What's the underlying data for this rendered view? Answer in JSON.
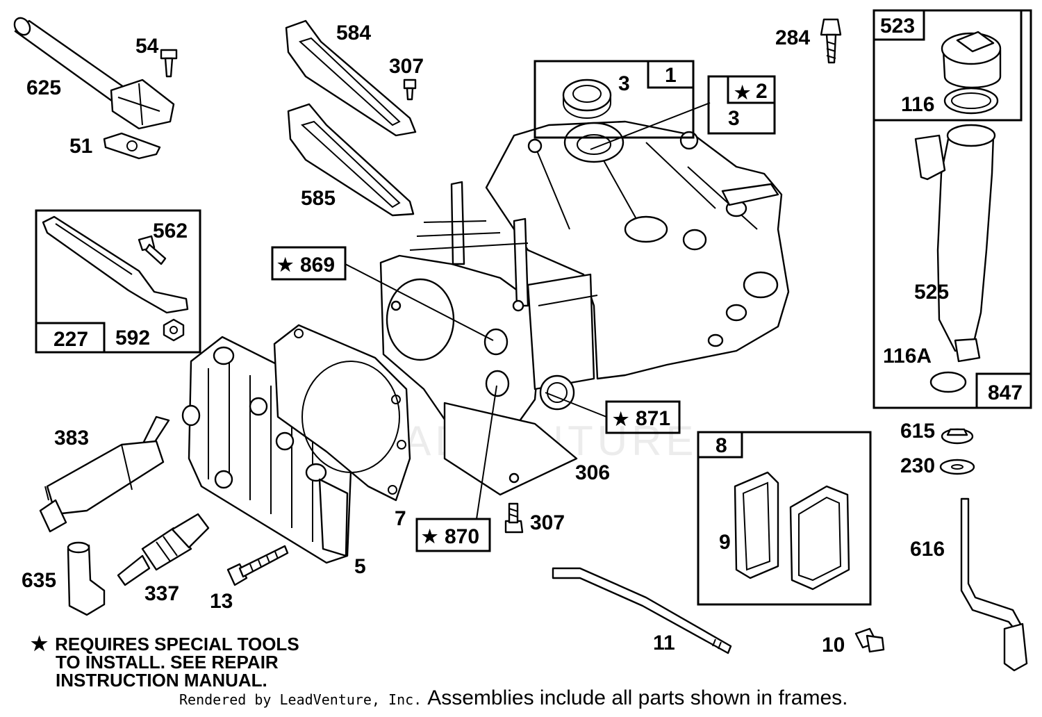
{
  "watermark": "LEADVENTURE",
  "parts": {
    "p625": "625",
    "p54": "54",
    "p51": "51",
    "p584": "584",
    "p307a": "307",
    "p585": "585",
    "p284": "284",
    "p3a": "3",
    "p1": "1",
    "p2": "2",
    "p3b": "3",
    "p523": "523",
    "p116": "116",
    "p525": "525",
    "p116A": "116A",
    "p847": "847",
    "p562": "562",
    "p227": "227",
    "p592": "592",
    "p869": "869",
    "p871": "871",
    "p870": "870",
    "p306": "306",
    "p307b": "307",
    "p7": "7",
    "p5": "5",
    "p383": "383",
    "p635": "635",
    "p337": "337",
    "p13": "13",
    "p8": "8",
    "p9": "9",
    "p11": "11",
    "p10": "10",
    "p615": "615",
    "p230": "230",
    "p616": "616"
  },
  "legend": {
    "star": "★",
    "line1": "REQUIRES SPECIAL TOOLS",
    "line2": "TO INSTALL.  SEE REPAIR",
    "line3": "INSTRUCTION MANUAL."
  },
  "footer": {
    "credit": "Rendered by LeadVenture, Inc.",
    "note": "Assemblies include all parts shown in frames."
  }
}
